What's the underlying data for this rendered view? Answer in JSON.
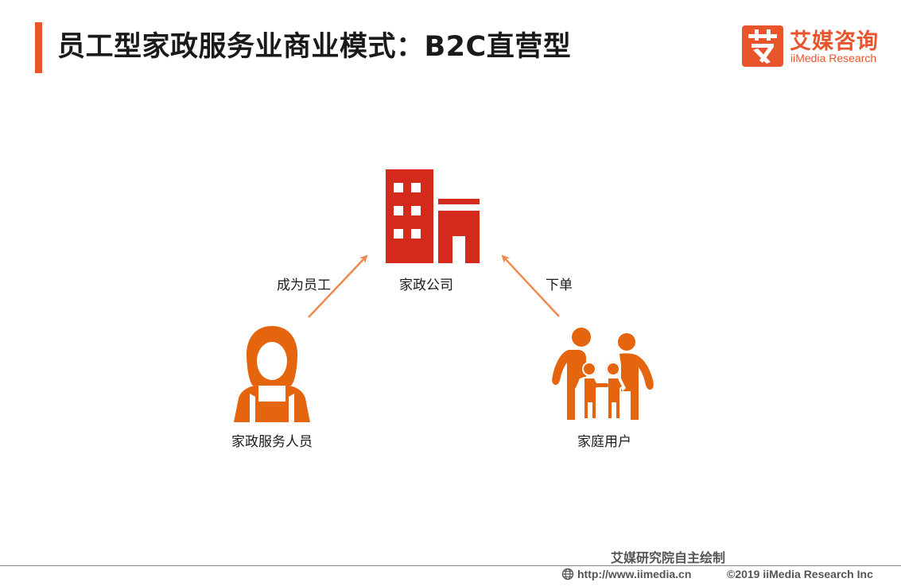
{
  "header": {
    "title": "员工型家政服务业商业模式：B2C直营型"
  },
  "brand": {
    "name_cn": "艾媒咨询",
    "name_en": "iiMedia Research",
    "color": "#e8552d"
  },
  "diagram": {
    "nodes": [
      {
        "id": "company",
        "label": "家政公司",
        "icon": "building-icon",
        "color": "#d42a1c"
      },
      {
        "id": "staff",
        "label": "家政服务人员",
        "icon": "female-worker-icon",
        "color": "#e5650f"
      },
      {
        "id": "household",
        "label": "家庭用户",
        "icon": "family-icon",
        "color": "#e5650f"
      }
    ],
    "edges": [
      {
        "from": "staff",
        "to": "company",
        "label": "成为员工"
      },
      {
        "from": "household",
        "to": "company",
        "label": "下单"
      }
    ],
    "arrow_color": "#ef8a4e"
  },
  "footer": {
    "note": "艾媒研究院自主绘制",
    "url": "http://www.iimedia.cn",
    "copyright": "©2019  iiMedia Research  Inc"
  }
}
